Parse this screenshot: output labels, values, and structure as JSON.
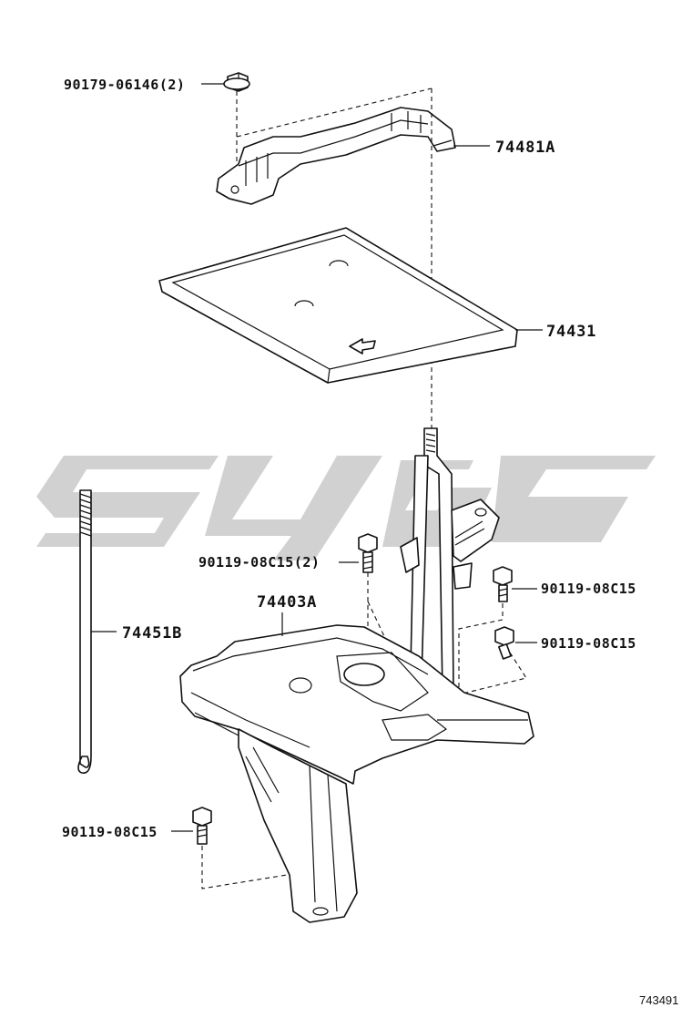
{
  "diagram": {
    "figure_number": "743491",
    "parts": [
      {
        "id": "p1",
        "label": "90179-06146(2)"
      },
      {
        "id": "p2",
        "label": "74481A"
      },
      {
        "id": "p3",
        "label": "74431"
      },
      {
        "id": "p4",
        "label": "90119-08C15(2)"
      },
      {
        "id": "p5",
        "label": "90119-08C15"
      },
      {
        "id": "p6",
        "label": "74403A"
      },
      {
        "id": "p7",
        "label": "90119-08C15"
      },
      {
        "id": "p8",
        "label": "74451B"
      },
      {
        "id": "p9",
        "label": "90119-08C15"
      }
    ]
  }
}
